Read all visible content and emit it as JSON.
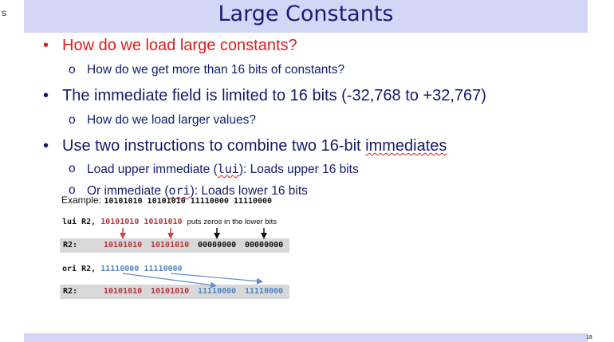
{
  "side_mark": "s",
  "title": "Large Constants",
  "page_number": "18",
  "bullets": [
    {
      "text": "How do we load large constants?",
      "sub": [
        "How do we get more than 16 bits of constants?"
      ]
    },
    {
      "text": "The immediate field is limited to 16 bits (-32,768 to +32,767)",
      "sub": [
        "How do we load larger values?"
      ]
    },
    {
      "text_before": "Use two instructions to combine two 16-bit ",
      "text_squig": "immediates",
      "sub1_before": "Load upper immediate (",
      "sub1_code": "lui",
      "sub1_after": "): Loads upper 16 bits",
      "sub2_before": "Or immediate (",
      "sub2_code": "ori",
      "sub2_after": "): Loads lower 16 bits"
    }
  ],
  "bullet_symbol": "•",
  "sub_symbol": "o",
  "example": {
    "label": "Example: ",
    "value": "10101010 10101010 11110000 11110000",
    "lui_instr": "lui R2,",
    "lui_hi1": "10101010",
    "lui_hi2": "10101010",
    "lui_note": "puts zeros in the lower bits",
    "reg_label": "R2:",
    "r2_after_lui": [
      "10101010",
      "10101010",
      "00000000",
      "00000000"
    ],
    "ori_instr": "ori R2,",
    "ori_lo1": "11110000",
    "ori_lo2": "11110000",
    "r2_after_ori": [
      "10101010",
      "10101010",
      "11110000",
      "11110000"
    ]
  },
  "colors": {
    "title_bar": "#d4d6f6",
    "title": "#1a1a7c",
    "question": "#e11c1c",
    "text": "#111b6b",
    "red_bits": "#b5363a",
    "blue_bits": "#4f84c4"
  }
}
